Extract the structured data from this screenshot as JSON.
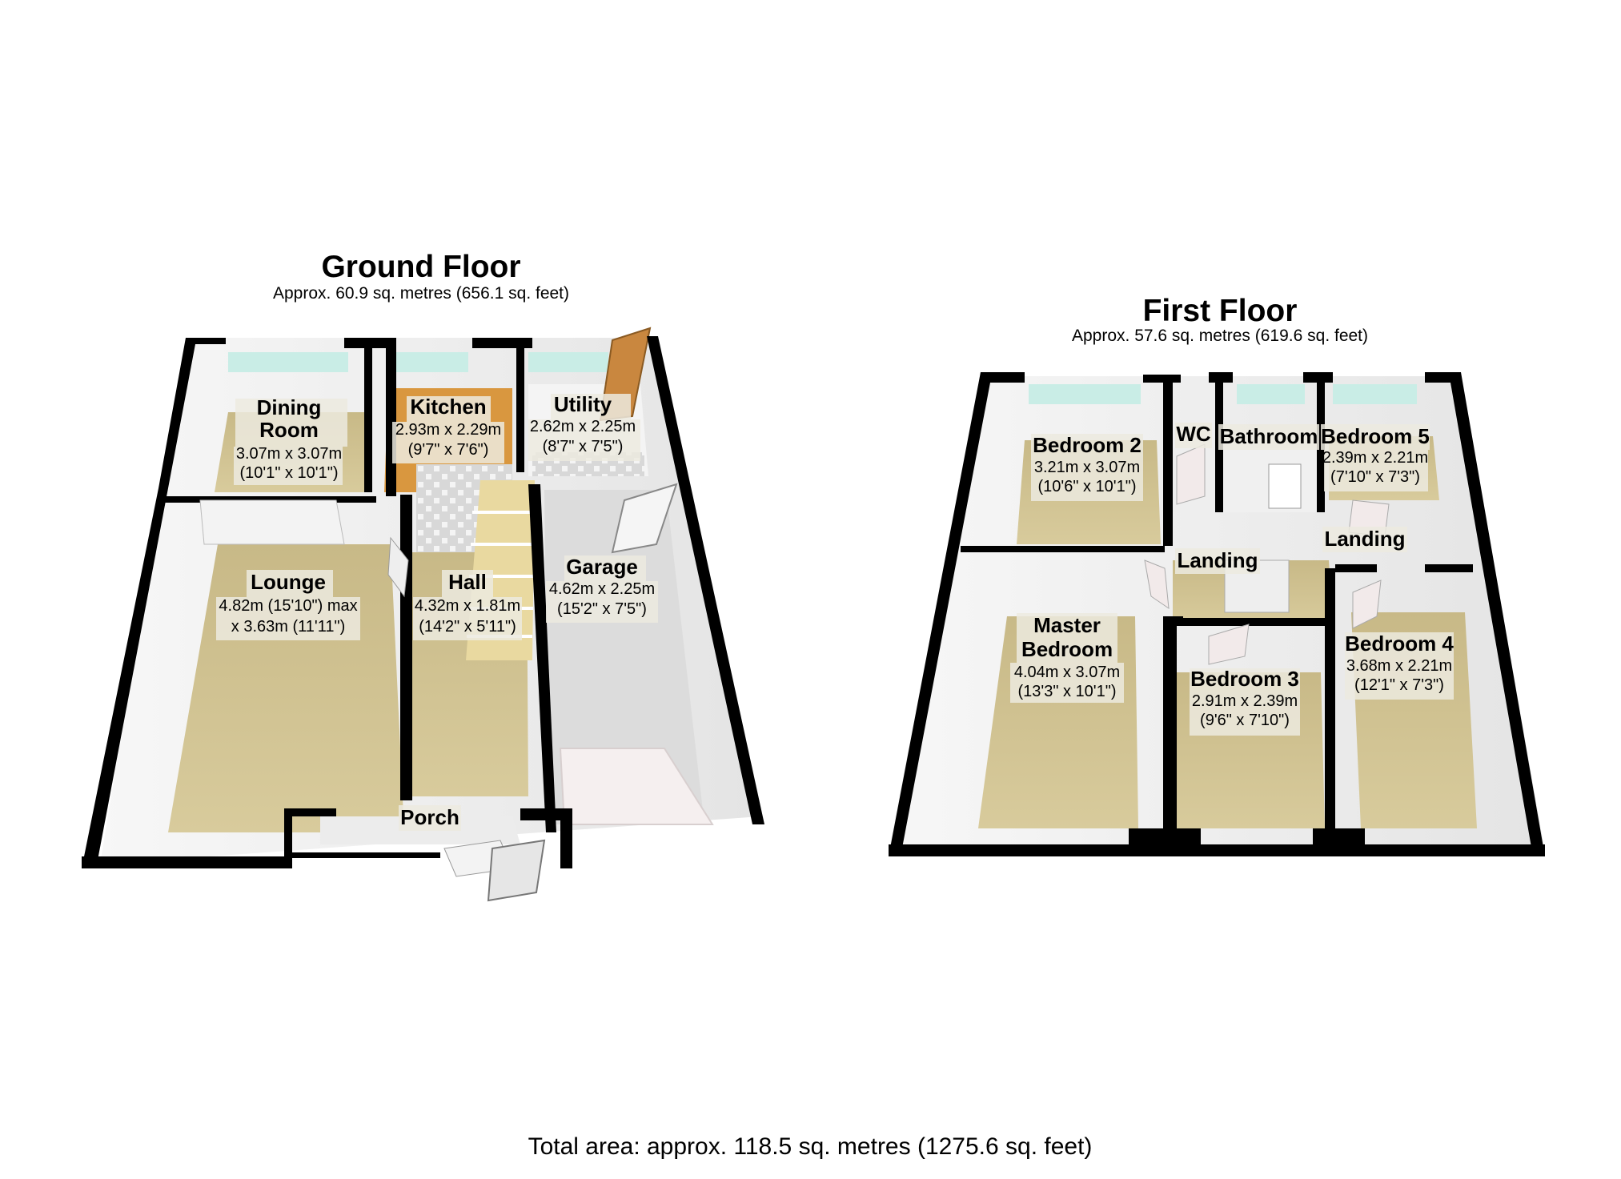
{
  "ground_floor": {
    "title": "Ground Floor",
    "area": "Approx.  60.9 sq. metres (656.1 sq. feet)",
    "rooms": {
      "dining": {
        "name1": "Dining",
        "name2": "Room",
        "dim1": "3.07m x 3.07m",
        "dim2": "(10'1\" x 10'1\")"
      },
      "kitchen": {
        "name": "Kitchen",
        "dim1": "2.93m x 2.29m",
        "dim2": "(9'7\" x 7'6\")"
      },
      "utility": {
        "name": "Utility",
        "dim1": "2.62m x 2.25m",
        "dim2": "(8'7\" x 7'5\")"
      },
      "lounge": {
        "name": "Lounge",
        "dim1": "4.82m (15'10\") max",
        "dim2": "x 3.63m (11'11\")"
      },
      "hall": {
        "name": "Hall",
        "dim1": "4.32m x 1.81m",
        "dim2": "(14'2\" x 5'11\")"
      },
      "garage": {
        "name": "Garage",
        "dim1": "4.62m x 2.25m",
        "dim2": "(15'2\" x 7'5\")"
      },
      "porch": {
        "name": "Porch"
      }
    }
  },
  "first_floor": {
    "title": "First Floor",
    "area": "Approx.  57.6 sq. metres (619.6 sq. feet)",
    "rooms": {
      "bedroom2": {
        "name": "Bedroom 2",
        "dim1": "3.21m x 3.07m",
        "dim2": "(10'6\" x 10'1\")"
      },
      "wc": {
        "name": "WC"
      },
      "bathroom": {
        "name": "Bathroom"
      },
      "bedroom5": {
        "name": "Bedroom 5",
        "dim1": "2.39m x 2.21m",
        "dim2": "(7'10\" x 7'3\")"
      },
      "landing1": {
        "name": "Landing"
      },
      "landing2": {
        "name": "Landing"
      },
      "master": {
        "name1": "Master",
        "name2": "Bedroom",
        "dim1": "4.04m x 3.07m",
        "dim2": "(13'3\" x 10'1\")"
      },
      "bedroom3": {
        "name": "Bedroom 3",
        "dim1": "2.91m x 2.39m",
        "dim2": "(9'6\" x 7'10\")"
      },
      "bedroom4": {
        "name": "Bedroom 4",
        "dim1": "3.68m x 2.21m",
        "dim2": "(12'1\" x 7'3\")"
      }
    }
  },
  "total_area": "Total area: approx. 118.5 sq. metres (1275.6 sq. feet)",
  "colors": {
    "carpet": "#cfc08e",
    "wall_inner": "#f2f2f2",
    "wall_side": "#dcdcdc",
    "wall_black": "#000000",
    "kitchen_worktop": "#d9973f",
    "garage_floor": "#dcdcdc",
    "label_bg": "#eceadf",
    "window": "#c9ede6"
  }
}
